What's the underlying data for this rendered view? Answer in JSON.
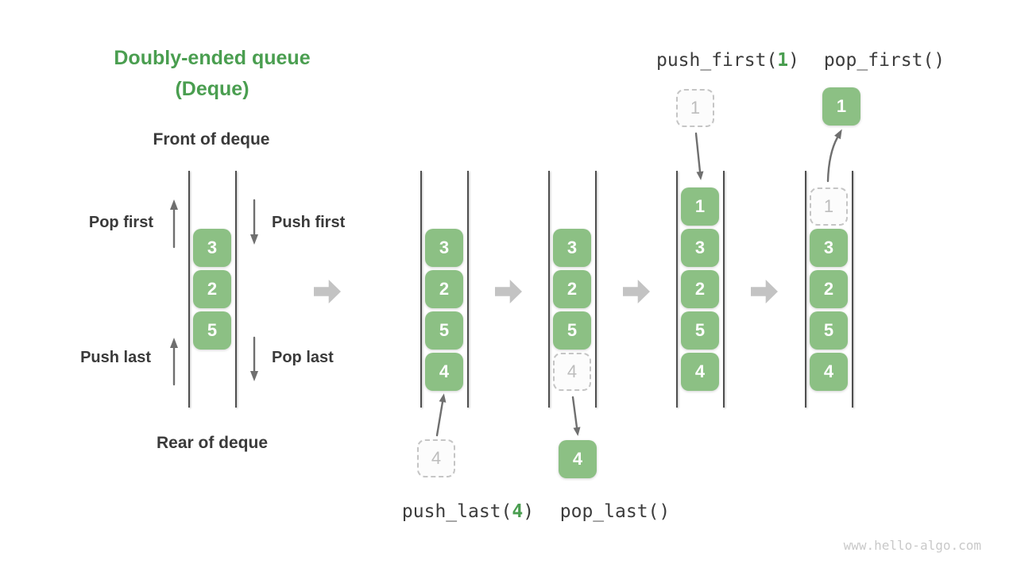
{
  "title": {
    "line1": "Doubly-ended queue",
    "line2": "(Deque)"
  },
  "labels": {
    "front": "Front of deque",
    "rear": "Rear of deque",
    "pop_first": "Pop first",
    "push_first": "Push first",
    "push_last": "Push last",
    "pop_last": "Pop last"
  },
  "operations": {
    "push_first": {
      "prefix": "push_first(",
      "arg": "1",
      "suffix": ")"
    },
    "pop_first": "pop_first()",
    "push_last": {
      "prefix": "push_last(",
      "arg": "4",
      "suffix": ")"
    },
    "pop_last": "pop_last()"
  },
  "queues": {
    "initial": {
      "cells": [
        "3",
        "2",
        "5"
      ]
    },
    "after_push_last": {
      "cells": [
        "3",
        "2",
        "5",
        "4"
      ],
      "incoming": "4"
    },
    "after_pop_last": {
      "cells": [
        "3",
        "2",
        "5"
      ],
      "ghost": "4",
      "outgoing": "4"
    },
    "after_push_first": {
      "cells": [
        "1",
        "3",
        "2",
        "5",
        "4"
      ],
      "incoming": "1"
    },
    "after_pop_first": {
      "cells": [
        "3",
        "2",
        "5",
        "4"
      ],
      "ghost": "1",
      "outgoing": "1"
    }
  },
  "watermark": "www.hello-algo.com",
  "colors": {
    "accent_green": "#4a9e50",
    "cell_green": "#8cc084",
    "text_dark": "#3c3c3c",
    "ghost_gray": "#bdbdbd",
    "big_arrow_gray": "#c3c3c3",
    "wall_gray": "#4f4f4f",
    "thin_arrow_gray": "#6f6f6f"
  }
}
